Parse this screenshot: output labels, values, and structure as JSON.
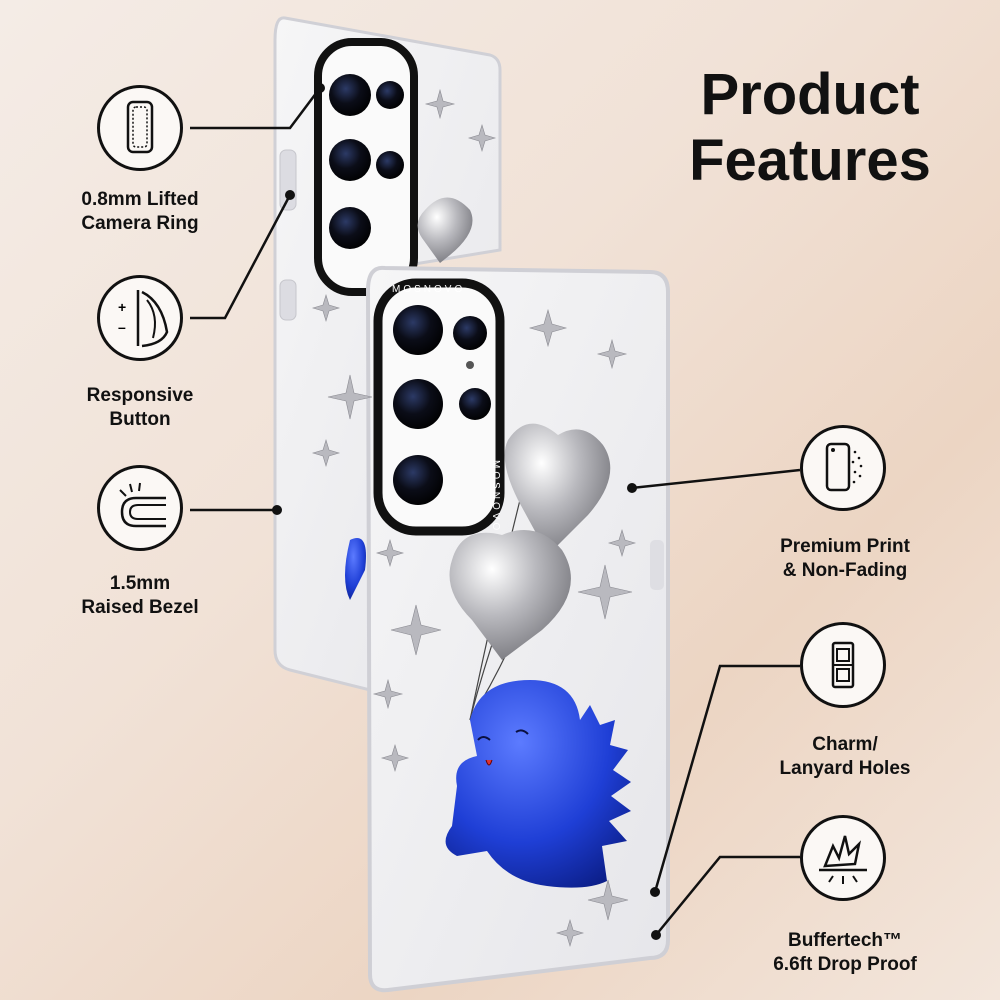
{
  "headline": {
    "line1": "Product",
    "line2": "Features"
  },
  "brand": {
    "camera_ring_text": "MOSNOVO"
  },
  "features": [
    {
      "icon": "camera-ring-icon",
      "line1": "0.8mm Lifted",
      "line2": "Camera Ring"
    },
    {
      "icon": "button-icon",
      "line1": "Responsive",
      "line2": "Button"
    },
    {
      "icon": "bezel-icon",
      "line1": "1.5mm",
      "line2": "Raised Bezel"
    },
    {
      "icon": "print-icon",
      "line1": "Premium Print",
      "line2": "& Non-Fading"
    },
    {
      "icon": "lanyard-icon",
      "line1": "Charm/",
      "line2": "Lanyard Holes"
    },
    {
      "icon": "shock-icon",
      "line1": "Buffertech™",
      "line2": "6.6ft Drop Proof"
    }
  ],
  "colors": {
    "accent_blue": "#1f3fd6",
    "silver": "#c8c8cc",
    "ink": "#111111"
  }
}
